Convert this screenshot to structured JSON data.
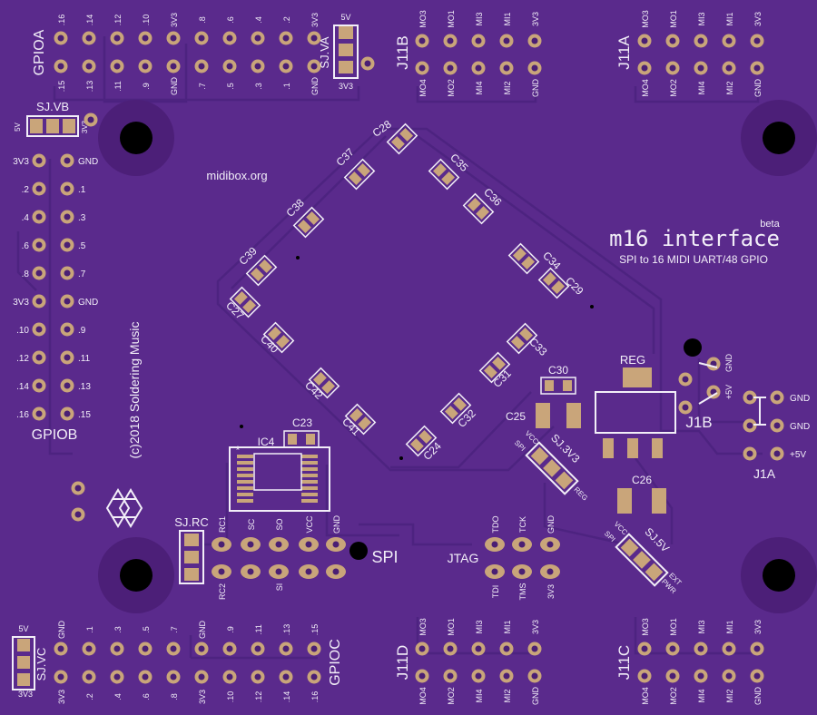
{
  "board": {
    "title": "m16 interface",
    "title_suffix": "beta",
    "subtitle": "SPI to 16 MIDI UART/48 GPIO",
    "website": "midibox.org",
    "copyright": "(c)2018 Soldering Music",
    "colors": {
      "board": "#5a2a8c",
      "trace": "#4f2580",
      "silkscreen": "#f2eef8",
      "copper": "#c9a57a",
      "pad_hole": "#4a1f74"
    }
  },
  "gpioa": {
    "name": "GPIOA",
    "top_labels": [
      ".16",
      ".14",
      ".12",
      ".10",
      "3V3",
      ".8",
      ".6",
      ".4",
      ".2",
      "3V3"
    ],
    "bottom_labels": [
      ".15",
      ".13",
      ".11",
      ".9",
      "GND",
      ".7",
      ".5",
      ".3",
      ".1",
      "GND"
    ]
  },
  "gpiob": {
    "name": "GPIOB",
    "left_labels": [
      "3V3",
      ".2",
      ".4",
      ".6",
      ".8",
      "3V3",
      ".10",
      ".12",
      ".14",
      ".16"
    ],
    "right_labels": [
      "GND",
      ".1",
      ".3",
      ".5",
      ".7",
      "GND",
      ".9",
      ".11",
      ".13",
      ".15"
    ]
  },
  "gpioc": {
    "name": "GPIOC",
    "top_labels": [
      "GND",
      ".1",
      ".3",
      ".5",
      ".7",
      "GND",
      ".9",
      ".11",
      ".13",
      ".15"
    ],
    "bottom_labels": [
      "3V3",
      ".2",
      ".4",
      ".6",
      ".8",
      "3V3",
      ".10",
      ".12",
      ".14",
      ".16"
    ]
  },
  "midi_headers": [
    {
      "name": "J11B",
      "top": [
        "MO3",
        "MO1",
        "MI3",
        "MI1",
        "3V3"
      ],
      "bottom": [
        "MO4",
        "MO2",
        "MI4",
        "MI2",
        "GND"
      ]
    },
    {
      "name": "J11A",
      "top": [
        "MO3",
        "MO1",
        "MI3",
        "MI1",
        "3V3"
      ],
      "bottom": [
        "MO4",
        "MO2",
        "MI4",
        "MI2",
        "GND"
      ]
    },
    {
      "name": "J11D",
      "top": [
        "MO3",
        "MO1",
        "MI3",
        "MI1",
        "3V3"
      ],
      "bottom": [
        "MO4",
        "MO2",
        "MI4",
        "MI2",
        "GND"
      ]
    },
    {
      "name": "J11C",
      "top": [
        "MO3",
        "MO1",
        "MI3",
        "MI1",
        "3V3"
      ],
      "bottom": [
        "MO4",
        "MO2",
        "MI4",
        "MI2",
        "GND"
      ]
    }
  ],
  "jumpers": {
    "sjva": {
      "name": "SJ.VA",
      "top": "5V",
      "bottom": "3V3"
    },
    "sjvb": {
      "name": "SJ.VB",
      "left": "5V",
      "right": "3V3"
    },
    "sjvc": {
      "name": "SJ.VC",
      "top": "5V",
      "bottom": "3V3"
    },
    "sjrc": {
      "name": "SJ.RC"
    },
    "sj3v3": {
      "name": "SJ.3V3",
      "vcc": "VCC",
      "spi": "SPI",
      "reg": "REG"
    },
    "sj5v": {
      "name": "SJ.5V",
      "vcc": "VCC",
      "spi": "SPI",
      "ext": "EXT",
      "pwr": "PWR"
    }
  },
  "spi": {
    "name": "SPI",
    "top": [
      "RC1",
      "SC",
      "SO",
      "VCC",
      "GND"
    ],
    "bottom": [
      "RC2",
      "SI"
    ]
  },
  "jtag": {
    "name": "JTAG",
    "top": [
      "TDO",
      "TCK",
      "GND"
    ],
    "bottom": [
      "TDI",
      "TMS",
      "3V3"
    ]
  },
  "power": {
    "j1b": "J1B",
    "j1a": "J1A",
    "j1b_labels": [
      "+5V",
      "GND"
    ],
    "j1a_labels": [
      "GND",
      "GND",
      "+5V"
    ]
  },
  "components": {
    "reg": "REG",
    "ic4": "IC4",
    "caps": [
      "C28",
      "C37",
      "C38",
      "C39",
      "C27",
      "C40",
      "C42",
      "C41",
      "C24",
      "C32",
      "C31",
      "C33",
      "C34",
      "C29",
      "C36",
      "C35",
      "C30",
      "C25",
      "C26",
      "C23"
    ]
  }
}
